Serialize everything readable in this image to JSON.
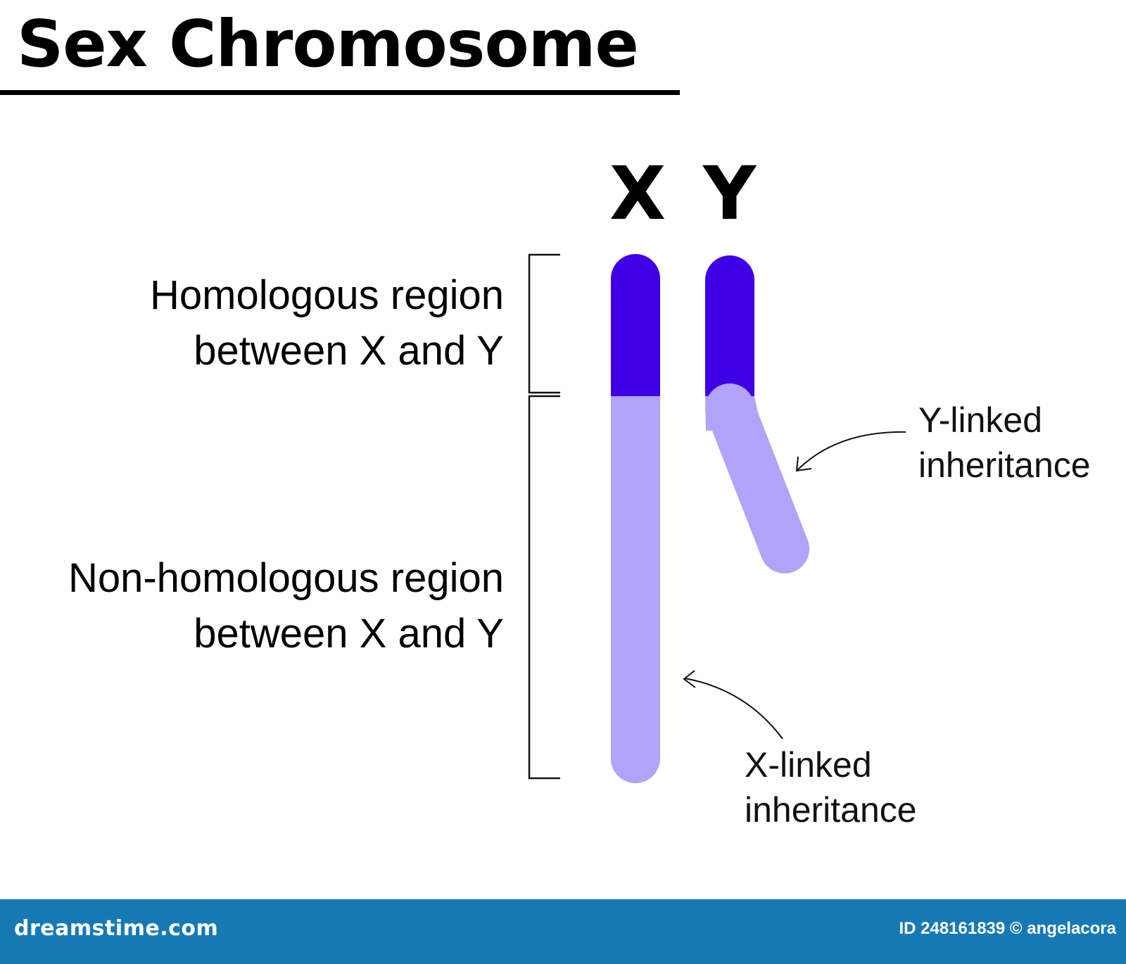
{
  "title": "Sex Chromosome",
  "chromosomes": {
    "x_label": "X",
    "y_label": "Y"
  },
  "regions": {
    "homologous": [
      "Homologous region",
      "between X and Y"
    ],
    "non_homologous": [
      "Non-homologous region",
      "between X and Y"
    ]
  },
  "annotations": {
    "y_linked": [
      "Y-linked",
      "inheritance"
    ],
    "x_linked": [
      "X-linked",
      "inheritance"
    ]
  },
  "colors": {
    "homologous": "#3f00e6",
    "non_homologous": "#b1a3f7",
    "footer": "#1779b4"
  },
  "footer": {
    "brand": "dreamstime.com",
    "credit": "ID 248161839 © angelacora"
  }
}
